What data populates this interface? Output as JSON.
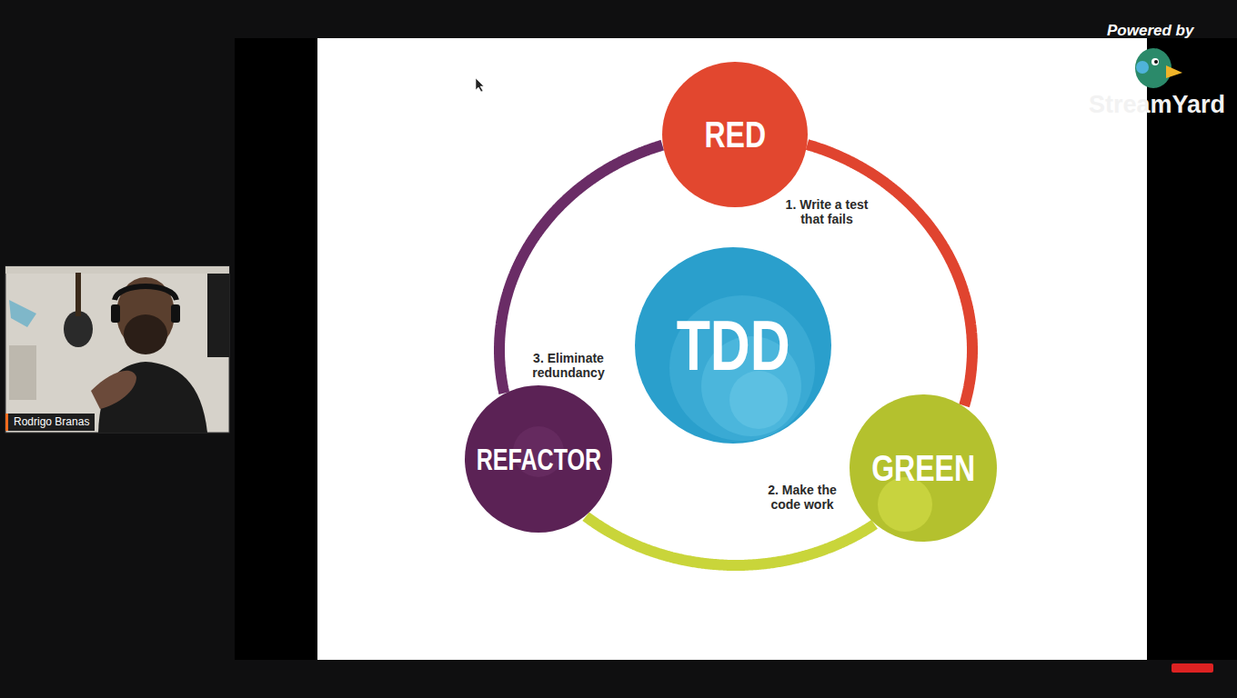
{
  "diagram": {
    "nodes": [
      {
        "text": [
          "RED"
        ]
      },
      {
        "text": [
          "TDD"
        ]
      },
      {
        "text": [
          "REFACTOR"
        ]
      },
      {
        "text": [
          "GREEN"
        ]
      }
    ],
    "edges": [
      {
        "from": 0,
        "to": 3,
        "arrow": "none",
        "label": "1. Write a test that fails"
      },
      {
        "from": 3,
        "to": 2,
        "arrow": "none",
        "label": "2. Make the code work"
      },
      {
        "from": 2,
        "to": 0,
        "arrow": "none",
        "label": "3. Eliminate redundancy"
      }
    ],
    "labels": [
      "Powered by",
      "StreamYard",
      "Rodrigo Branas"
    ]
  }
}
